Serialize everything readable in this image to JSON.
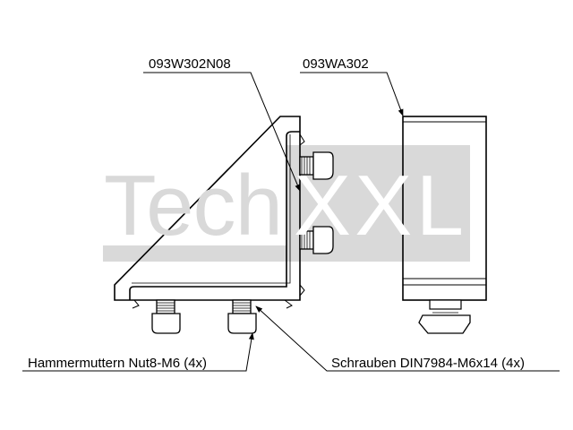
{
  "watermark": {
    "part1": "Tech",
    "part2": "XXL",
    "gray": "#d9d9d9"
  },
  "labels": {
    "bracket_part": "093W302N08",
    "cover_part": "093WA302",
    "nuts": "Hammermuttern Nut8-M6 (4x)",
    "screws": "Schrauben DIN7984-M6x14 (4x)"
  },
  "colors": {
    "line": "#000000",
    "background": "#ffffff"
  }
}
